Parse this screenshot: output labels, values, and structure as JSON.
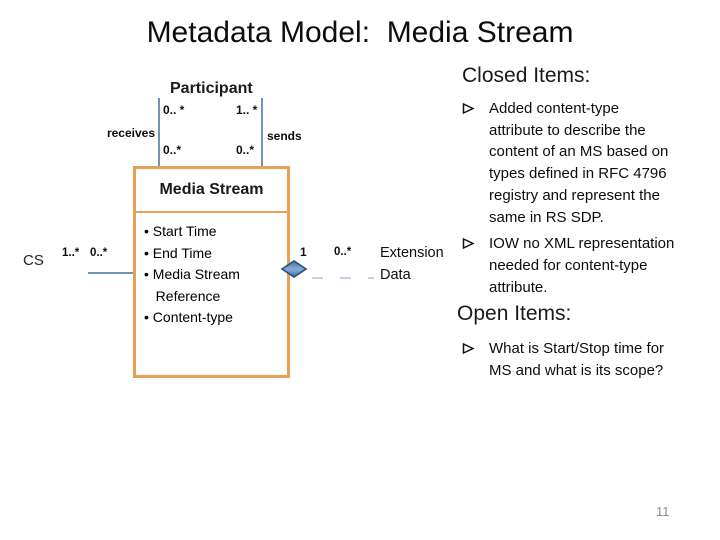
{
  "slide": {
    "title": "Metadata Model:  Media Stream",
    "page_number": "11"
  },
  "diagram": {
    "participant": {
      "label": "Participant",
      "mult_top_left": "0.. *",
      "mult_top_right": "1.. *",
      "mult_bottom_left": "0..*",
      "mult_bottom_right": "0..*",
      "edge_left_label": "receives",
      "edge_right_label": "sends"
    },
    "media_stream": {
      "title": "Media Stream",
      "attributes": [
        "Start Time",
        "End Time",
        "Media Stream Reference",
        "Content-type"
      ],
      "attribute_lines": [
        "• Start Time",
        "• End Time",
        "• Media Stream",
        "   Reference",
        "• Content-type"
      ]
    },
    "cs": {
      "label": "CS",
      "mult_left": "1..*",
      "mult_right": "0..*"
    },
    "extension": {
      "mult_source": "1",
      "mult_target": "0..*",
      "label": "Extension Data",
      "aggregation_icon": "diamond-icon"
    }
  },
  "closed_items": {
    "heading": "Closed Items:",
    "bullet_icon": "arrow-bullet-icon",
    "items": [
      {
        "text": "Added content-type attribute to describe the content of an MS based on types defined in RFC 4796 registry and represent the same in RS SDP.",
        "lines": [
          "Added content-type",
          "attribute to describe the",
          "content of an MS based on",
          "types defined in RFC 4796",
          "registry and represent the",
          "same in RS SDP."
        ]
      },
      {
        "text": "IOW no XML representation needed for content-type attribute.",
        "lines": [
          "IOW no XML representation",
          "needed for content-type",
          "attribute."
        ]
      }
    ]
  },
  "open_items": {
    "heading": "Open Items:",
    "bullet_icon": "arrow-bullet-icon",
    "items": [
      {
        "text": "What is Start/Stop time for MS and what is its scope?",
        "lines": [
          "What is Start/Stop time for",
          "MS and what is its scope?"
        ]
      }
    ]
  },
  "colors": {
    "accent_orange": "#E8A052",
    "connector_blue": "#7593B3",
    "diamond_fill": "#44709F",
    "diamond_stroke": "#2B4F7E",
    "dashed_line": "#B9CCE1",
    "page_number_gray": "#8C8C8C"
  }
}
